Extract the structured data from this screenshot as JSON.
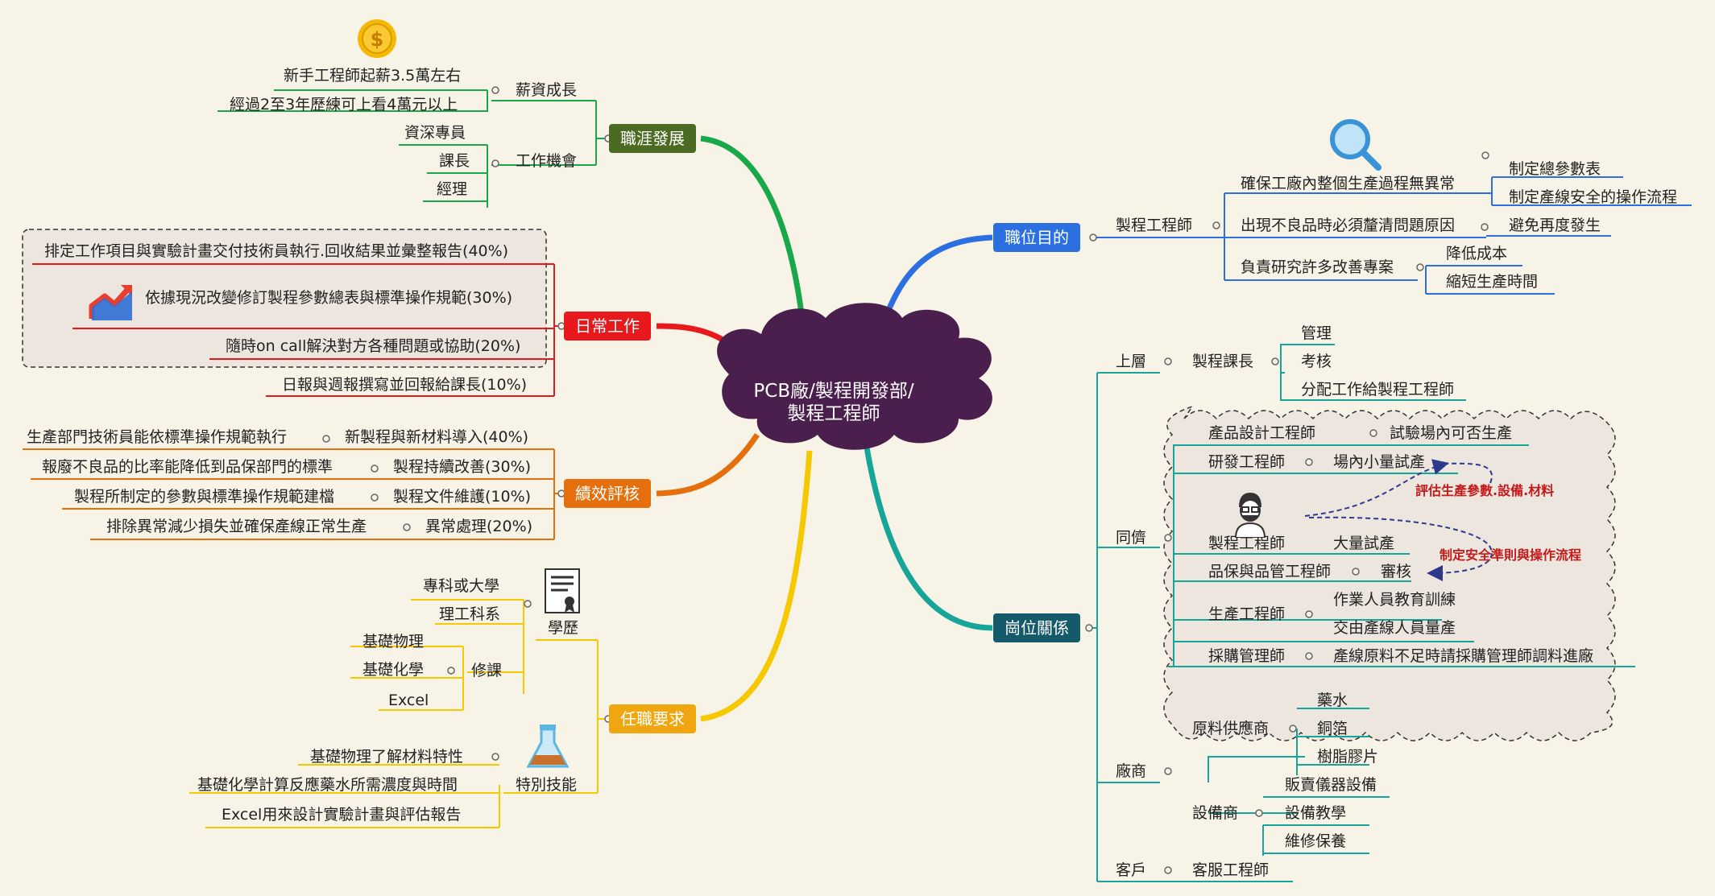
{
  "center": {
    "line1": "PCB廠/製程開發部/",
    "line2": "製程工程師",
    "color": "#4a1f4d"
  },
  "colors": {
    "career": "#4b6b22",
    "daily": "#e8191c",
    "perf": "#e56f0d",
    "req": "#f0a610",
    "purpose": "#2b6fe0",
    "relation": "#155a6b",
    "green_line": "#18a84a",
    "blue_line": "#2b6fe0",
    "teal_line": "#16a598",
    "yellow_line": "#f5c800"
  },
  "icons": {
    "coin": "dollar-coin-icon",
    "magnifier": "magnifier-icon",
    "trend": "trend-chart-icon",
    "engineer": "engineer-avatar-icon",
    "certificate": "certificate-icon",
    "flask": "flask-icon"
  },
  "career": {
    "label": "職涯發展",
    "salary": {
      "label": "薪資成長",
      "items": [
        "新手工程師起薪3.5萬左右",
        "經過2至3年歷練可上看4萬元以上"
      ]
    },
    "jobs": {
      "label": "工作機會",
      "items": [
        "資深專員",
        "課長",
        "經理"
      ]
    }
  },
  "daily": {
    "label": "日常工作",
    "items": [
      "排定工作項目與實驗計畫交付技術員執行.回收結果並彙整報告(40%)",
      "依據現況改變修訂製程參數總表與標準操作規範(30%)",
      "隨時on call解決對方各種問題或協助(20%)",
      "日報與週報撰寫並回報給課長(10%)"
    ]
  },
  "perf": {
    "label": "績效評核",
    "items": [
      {
        "name": "新製程與新材料導入(40%)",
        "desc": "生產部門技術員能依標準操作規範執行"
      },
      {
        "name": "製程持續改善(30%)",
        "desc": "報廢不良品的比率能降低到品保部門的標準"
      },
      {
        "name": "製程文件維護(10%)",
        "desc": "製程所制定的參數與標準操作規範建檔"
      },
      {
        "name": "異常處理(20%)",
        "desc": "排除異常減少損失並確保產線正常生產"
      }
    ]
  },
  "req": {
    "label": "任職要求",
    "edu": {
      "label": "學歷",
      "items": [
        "專科或大學",
        "理工科系"
      ]
    },
    "courses": {
      "label": "修課",
      "items": [
        "基礎物理",
        "基礎化學",
        "Excel"
      ]
    },
    "skills": {
      "label": "特別技能",
      "items": [
        "基礎物理了解材料特性",
        "基礎化學計算反應藥水所需濃度與時間",
        "Excel用來設計實驗計畫與評估報告"
      ]
    }
  },
  "purpose": {
    "label": "職位目的",
    "role": "製程工程師",
    "items": [
      {
        "label": "確保工廠內整個生產過程無異常",
        "subs": [
          "制定總參數表",
          "制定產線安全的操作流程"
        ]
      },
      {
        "label": "出現不良品時必須釐清問題原因",
        "subs": [
          "避免再度發生"
        ]
      },
      {
        "label": "負責研究許多改善專案",
        "subs": [
          "降低成本",
          "縮短生產時間"
        ]
      }
    ]
  },
  "relation": {
    "label": "崗位關係",
    "upper": {
      "label": "上層",
      "role": "製程課長",
      "subs": [
        "管理",
        "考核",
        "分配工作給製程工程師"
      ]
    },
    "peers": {
      "label": "同儕",
      "items": [
        {
          "role": "產品設計工程師",
          "subs": [
            "試驗場內可否生產"
          ]
        },
        {
          "role": "研發工程師",
          "subs": [
            "場內小量試產"
          ]
        },
        {
          "role": "製程工程師",
          "subs": [
            "大量試產"
          ]
        },
        {
          "role": "品保與品管工程師",
          "subs": [
            "審核"
          ]
        },
        {
          "role": "生產工程師",
          "subs": [
            "作業人員教育訓練",
            "交由產線人員量產"
          ]
        },
        {
          "role": "採購管理師",
          "subs": [
            "產線原料不足時請採購管理師調料進廠"
          ]
        }
      ],
      "annotations": [
        "評估生產參數.設備.材料",
        "制定安全準則與操作流程"
      ]
    },
    "vendors": {
      "label": "廠商",
      "raw": {
        "label": "原料供應商",
        "subs": [
          "藥水",
          "銅箔",
          "樹脂膠片"
        ]
      },
      "equip": {
        "label": "設備商",
        "subs": [
          "販賣儀器設備",
          "設備教學",
          "維修保養"
        ]
      }
    },
    "customer": {
      "label": "客戶",
      "role": "客服工程師"
    }
  }
}
